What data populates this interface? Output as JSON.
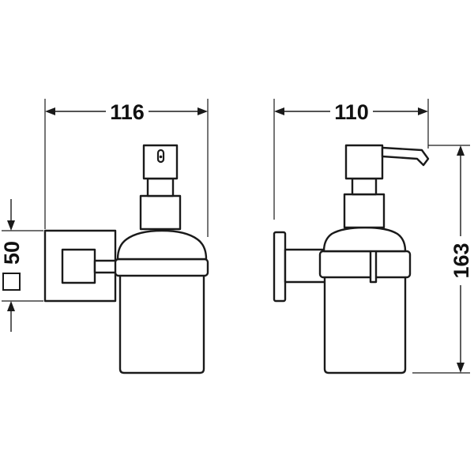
{
  "dimensions": {
    "front_width": "116",
    "side_width": "110",
    "height": "163",
    "bracket_size": "50"
  },
  "colors": {
    "line": "#1a1a1a",
    "background": "#ffffff"
  },
  "symbols": {
    "square_section": "square-section-icon"
  }
}
